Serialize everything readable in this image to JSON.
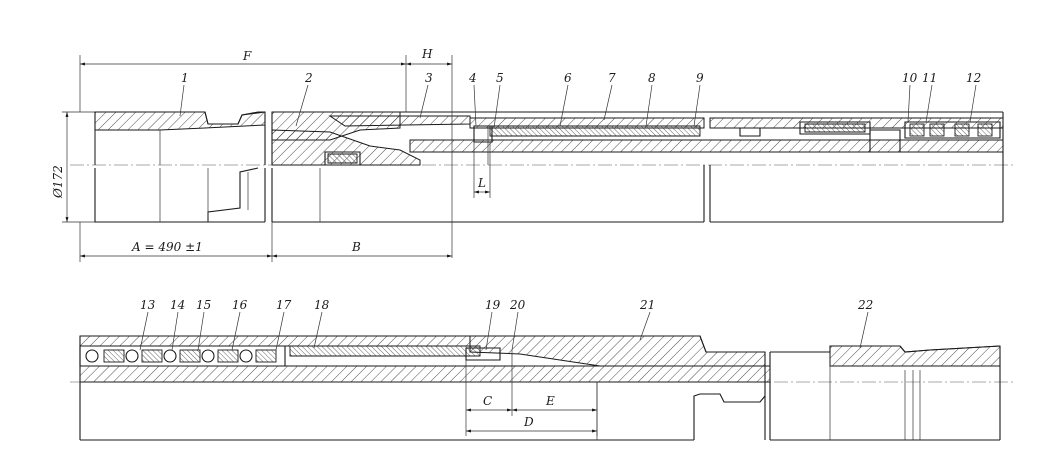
{
  "parts": [
    "1",
    "2",
    "3",
    "4",
    "5",
    "6",
    "7",
    "8",
    "9",
    "10",
    "11",
    "12",
    "13",
    "14",
    "15",
    "16",
    "17",
    "18",
    "19",
    "20",
    "21",
    "22"
  ],
  "dims": {
    "F": "F",
    "H": "H",
    "diameter": "Ø172",
    "A": "A = 490 ±1",
    "B": "B",
    "L": "L",
    "C": "C",
    "E": "E",
    "D": "D"
  }
}
